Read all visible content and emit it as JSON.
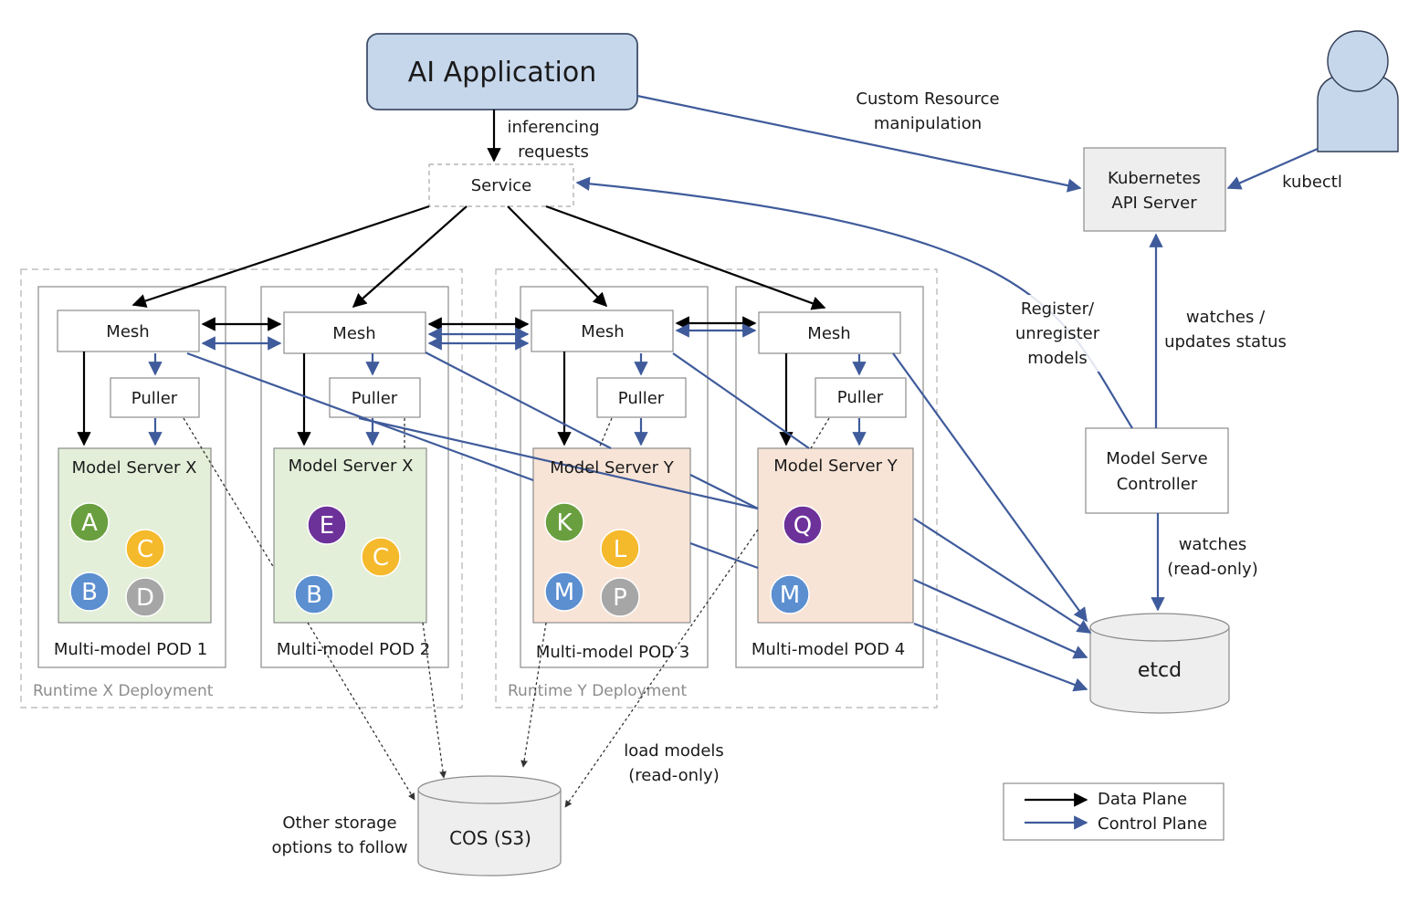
{
  "app": {
    "title": "AI Application"
  },
  "labels": {
    "inferencing_requests": [
      "inferencing",
      "requests"
    ],
    "custom_resource": [
      "Custom Resource",
      "manipulation"
    ],
    "kubectl": "kubectl",
    "register": [
      "Register/",
      "unregister",
      "models"
    ],
    "watches_updates": [
      "watches /",
      "updates status"
    ],
    "watches_readonly": [
      "watches",
      "(read-only)"
    ],
    "load_models": [
      "load models",
      "(read-only)"
    ],
    "other_storage": [
      "Other storage",
      "options to follow"
    ]
  },
  "service": {
    "label": "Service"
  },
  "kubernetes_api": {
    "label": [
      "Kubernetes",
      "API Server"
    ]
  },
  "controller": {
    "label": [
      "Model Serve",
      "Controller"
    ]
  },
  "etcd": {
    "label": "etcd"
  },
  "cos": {
    "label": "COS (S3)"
  },
  "deployments": [
    {
      "label": "Runtime X Deployment"
    },
    {
      "label": "Runtime Y Deployment"
    }
  ],
  "pods": [
    {
      "label": "Multi-model POD 1",
      "mesh": "Mesh",
      "puller": "Puller",
      "server": "Model Server X",
      "theme": "green",
      "models": [
        {
          "letter": "A",
          "color": "#6a9f3f"
        },
        {
          "letter": "C",
          "color": "#f5b92c"
        },
        {
          "letter": "B",
          "color": "#5b8fd0"
        },
        {
          "letter": "D",
          "color": "#a6a6a6"
        }
      ]
    },
    {
      "label": "Multi-model POD 2",
      "mesh": "Mesh",
      "puller": "Puller",
      "server": "Model Server X",
      "theme": "green",
      "models": [
        {
          "letter": "E",
          "color": "#6d319a"
        },
        {
          "letter": "C",
          "color": "#f5b92c"
        },
        {
          "letter": "B",
          "color": "#5b8fd0"
        }
      ]
    },
    {
      "label": "Multi-model POD 3",
      "mesh": "Mesh",
      "puller": "Puller",
      "server": "Model Server Y",
      "theme": "orange",
      "models": [
        {
          "letter": "K",
          "color": "#6a9f3f"
        },
        {
          "letter": "L",
          "color": "#f5b92c"
        },
        {
          "letter": "M",
          "color": "#5b8fd0"
        },
        {
          "letter": "P",
          "color": "#a6a6a6"
        }
      ]
    },
    {
      "label": "Multi-model POD 4",
      "mesh": "Mesh",
      "puller": "Puller",
      "server": "Model Server Y",
      "theme": "orange",
      "models": [
        {
          "letter": "Q",
          "color": "#6d319a"
        },
        {
          "letter": "M",
          "color": "#5b8fd0"
        }
      ]
    }
  ],
  "legend": {
    "data_plane": "Data Plane",
    "control_plane": "Control Plane"
  },
  "colors": {
    "app_fill": "#c6d7ec",
    "app_stroke": "#3f4f6b",
    "green_fill": "#e3efd9",
    "orange_fill": "#f8e4d6",
    "control_plane": "#3f5b9b",
    "data_plane": "#000000",
    "person_fill": "#c6d7ec"
  }
}
